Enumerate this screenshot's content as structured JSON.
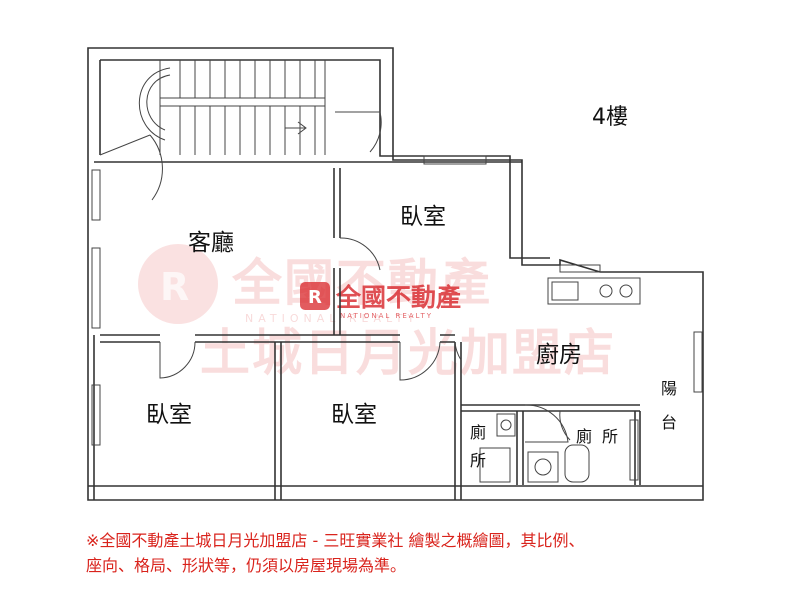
{
  "floor_label": "4樓",
  "rooms": {
    "living": "客廳",
    "bedroom_top": "臥室",
    "bedroom_left": "臥室",
    "bedroom_mid": "臥室",
    "kitchen": "廚房",
    "balcony_1": "陽",
    "balcony_2": "台",
    "bath_left_1": "廁",
    "bath_left_2": "所",
    "bath_right_1": "廁",
    "bath_right_2": "所"
  },
  "watermark": {
    "brand_big": "全國不動產",
    "brand_sub": "NATIONAL REALTY",
    "branch": "土城日月光加盟店",
    "brand_mid": "全國不動產",
    "brand_mid_sub": "NATIONAL REALTY"
  },
  "disclaimer": {
    "line1": "※全國不動產土城日月光加盟店 - 三旺實業社 繪製之概繪圖，其比例、",
    "line2": "座向、格局、形狀等，仍須以房屋現場為準。"
  }
}
